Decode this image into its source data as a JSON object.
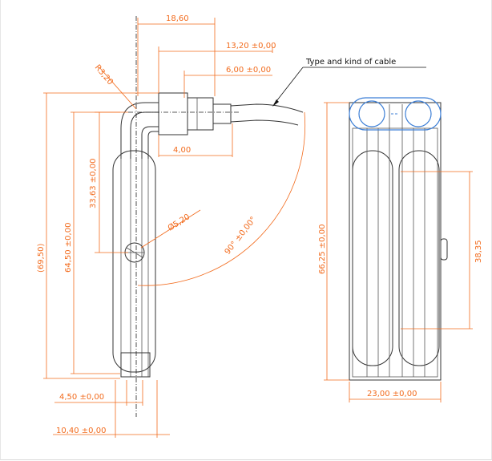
{
  "drawing": {
    "dims": {
      "overall_width": "18,60",
      "body_length": "13,20 ±0,00",
      "cable_gland": "6,00 ±0,00",
      "bend_radius": "R3,20",
      "socket_length": "4,00",
      "angle": "90° ±0,00°",
      "hole_diameter": "Ø5,20",
      "hole_position": "33,63 ±0,00",
      "body_height": "64,50 ±0,00",
      "overall_height": "(69,50)",
      "thickness_inner": "4,50 ±0,00",
      "thickness_outer": "10,40 ±0,00",
      "side_height": "66,25 ±0,00",
      "side_width": "23,00 ±0,00",
      "side_window": "38,35"
    },
    "cable_note": "Type and kind of cable"
  },
  "colors": {
    "dimension": "#f26b1d",
    "outline": "#333333",
    "highlight": "#3d7fd6"
  }
}
